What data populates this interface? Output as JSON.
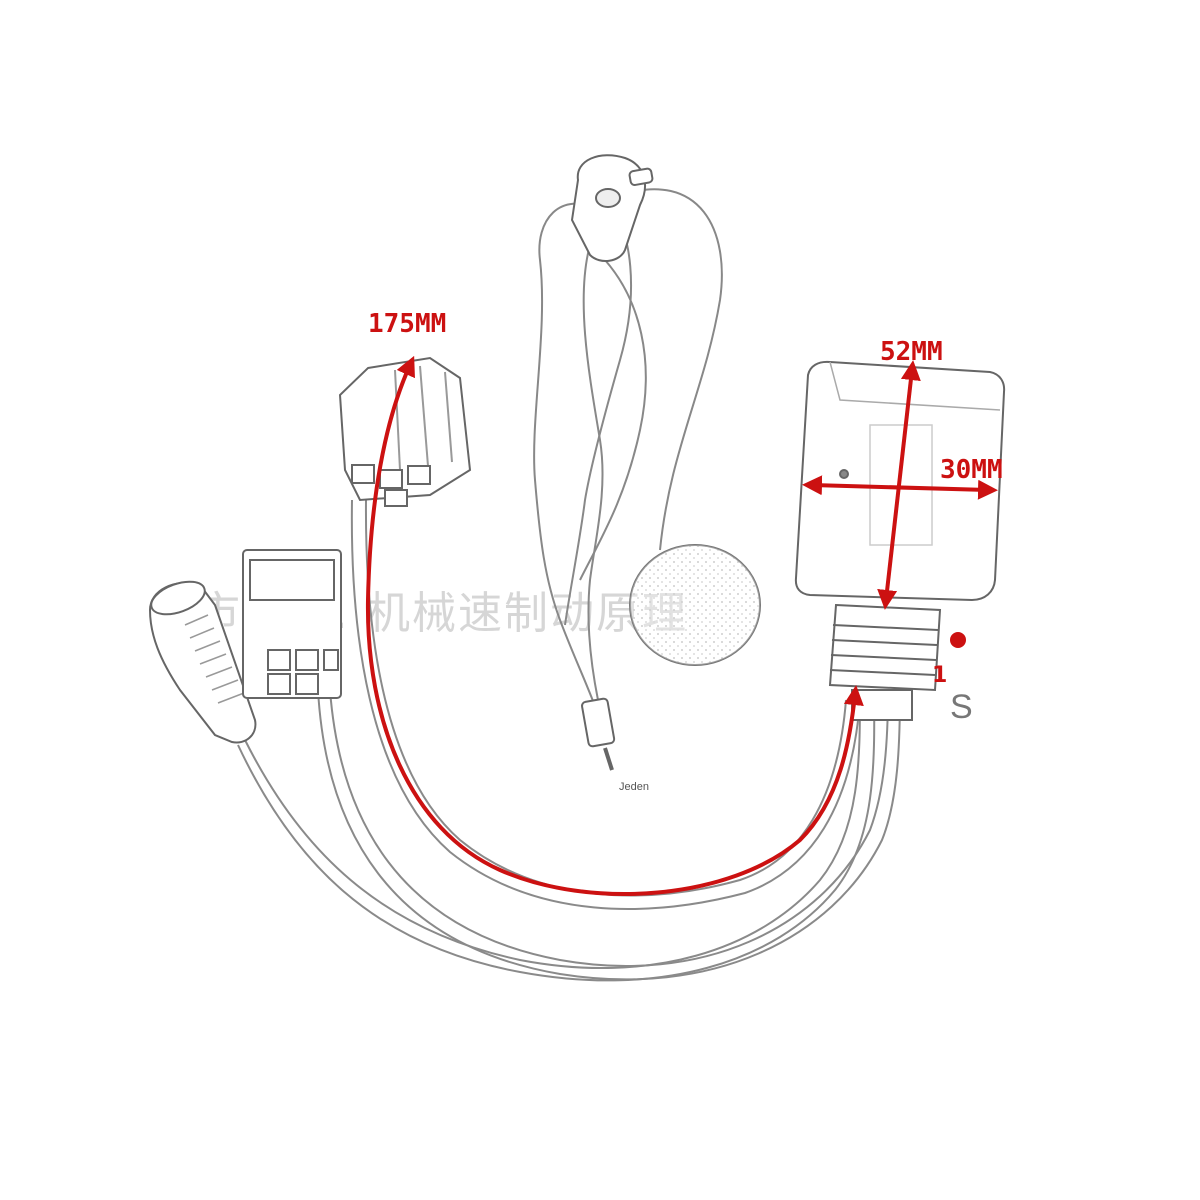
{
  "diagram": {
    "dimensions": {
      "cable_length": "175MM",
      "module_length": "52MM",
      "module_width": "30MM"
    },
    "pin_marker": "1",
    "corner_letter": "S",
    "caption": "Jeden",
    "watermark": "圳市日 … 机械速制动原理"
  },
  "colors": {
    "dimension_red": "#cc1111",
    "line_gray": "#7a7a7a"
  }
}
